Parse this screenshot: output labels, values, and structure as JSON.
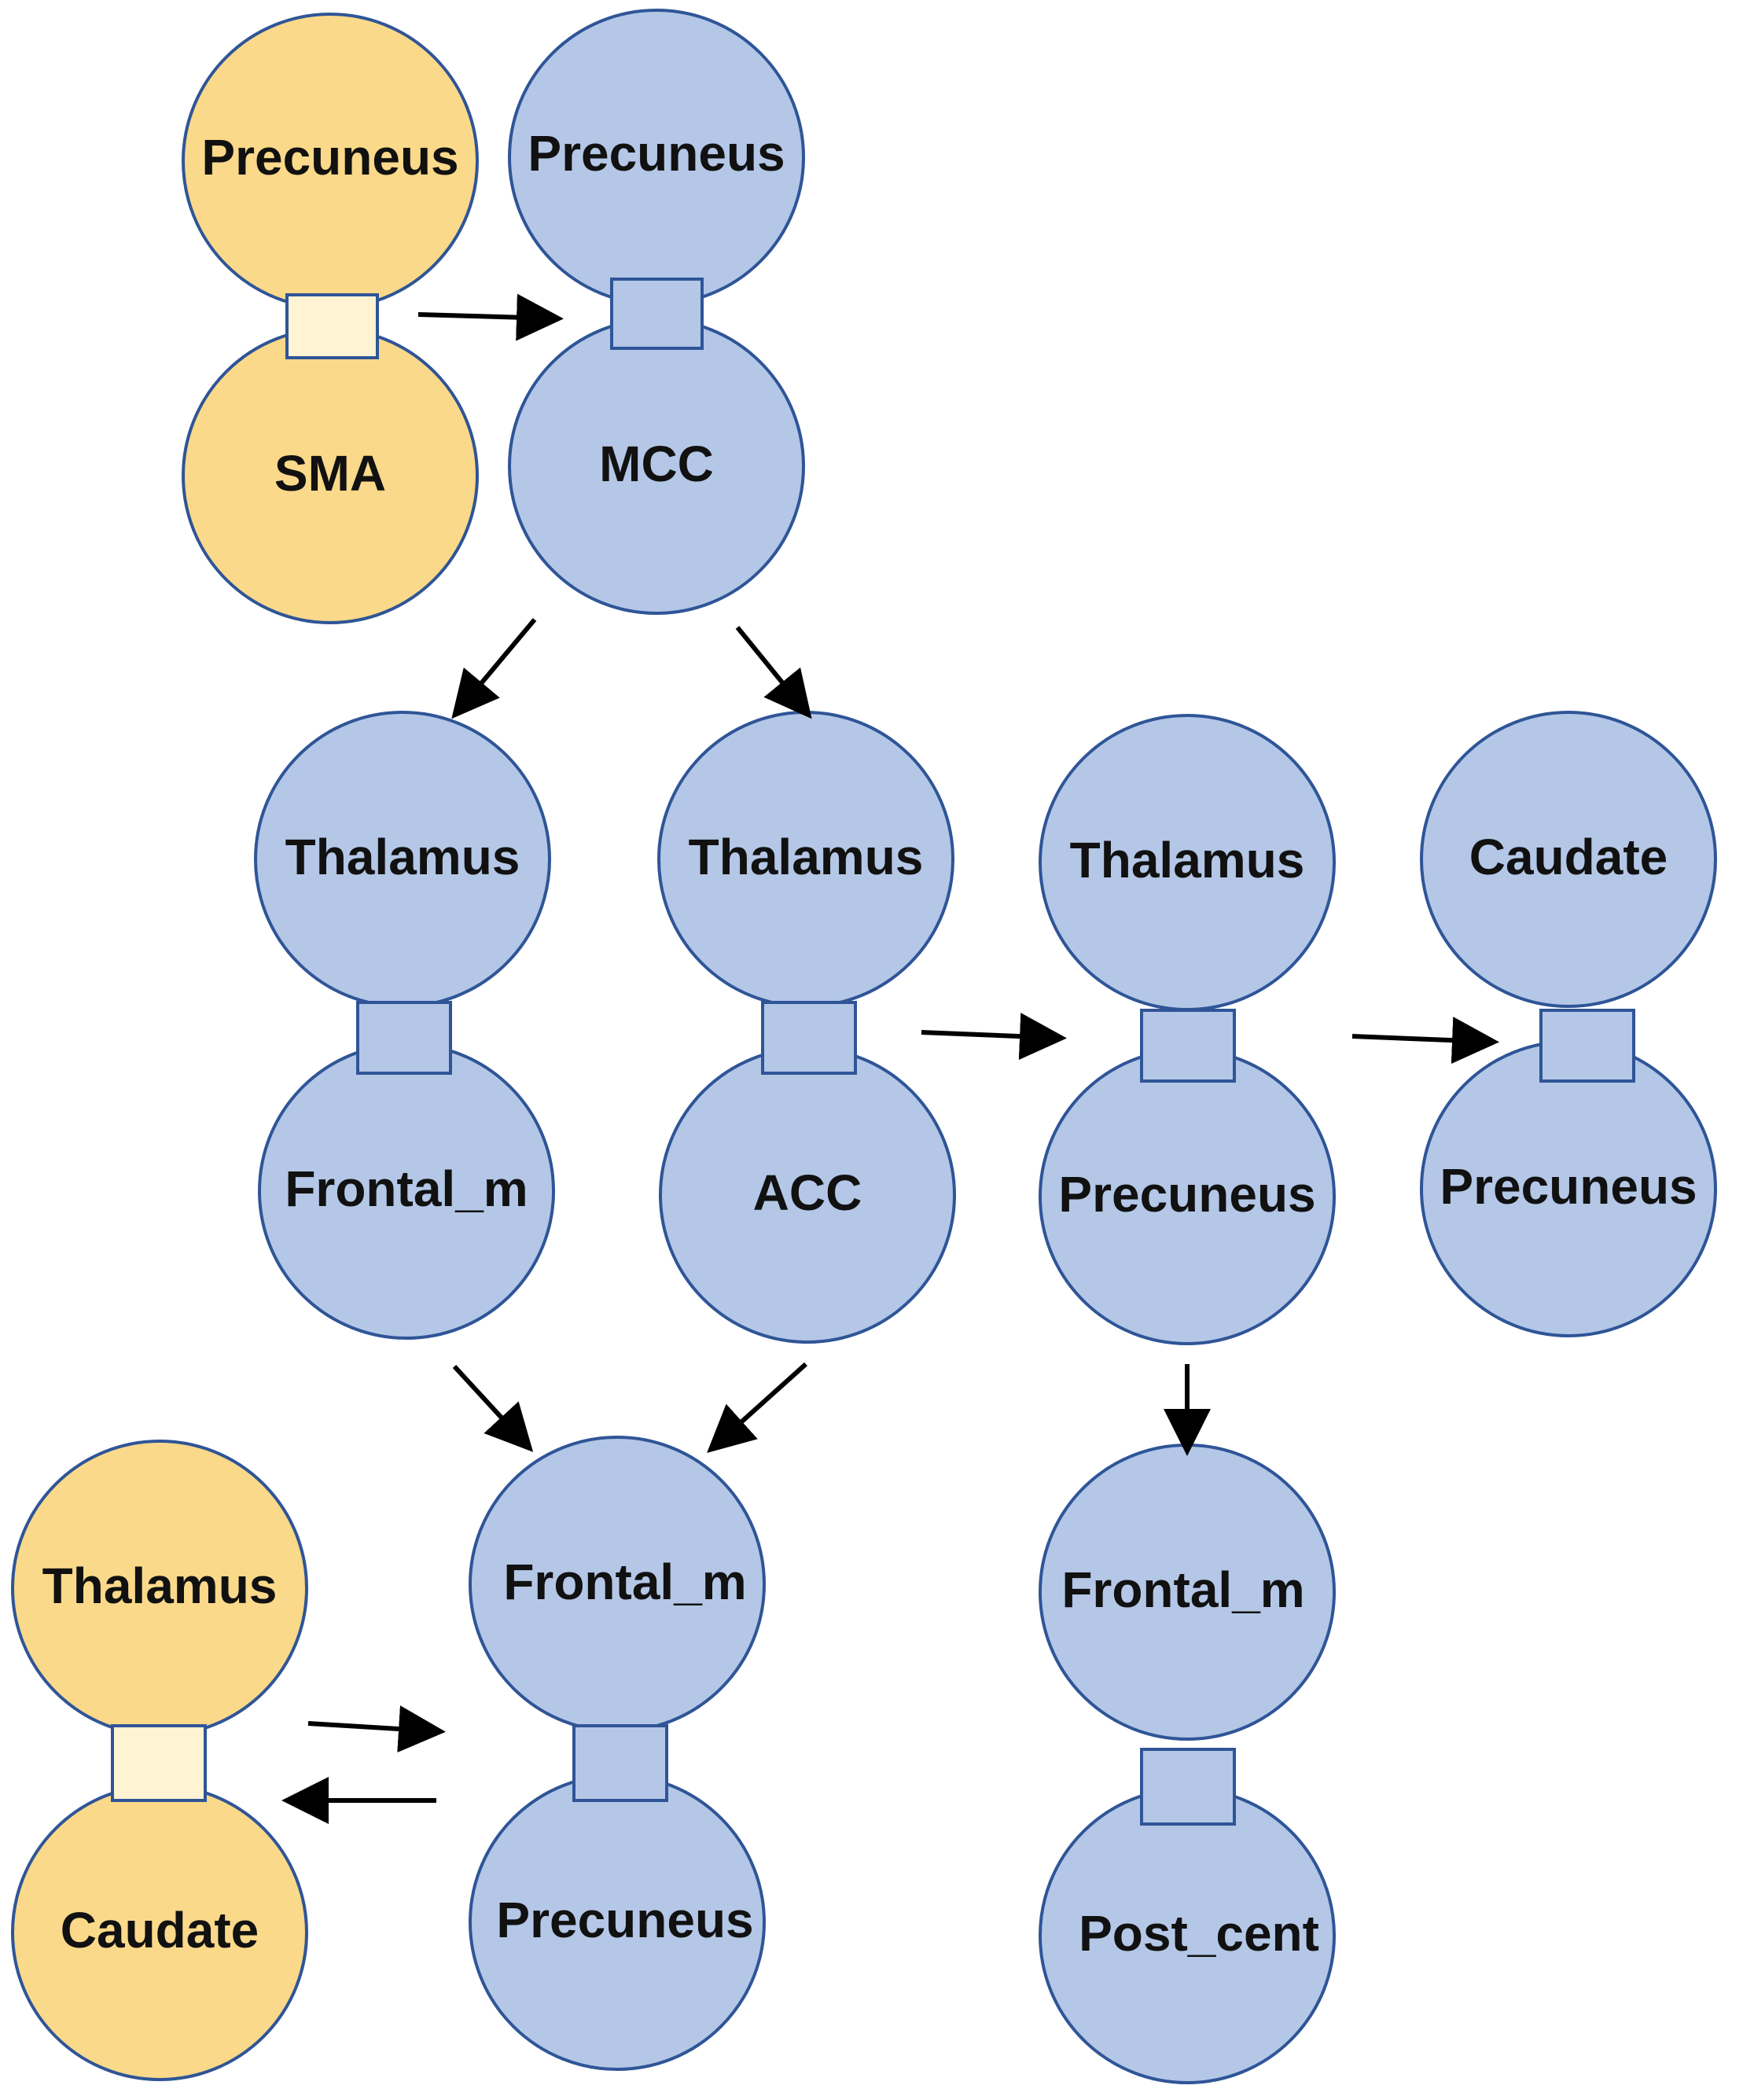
{
  "colors": {
    "yellow_fill": "#FAD98A",
    "yellow_link_fill": "#FEF3D2",
    "blue_fill": "#B4C7E7",
    "stroke": "#2F5597",
    "arrow": "#000000"
  },
  "pairs": [
    {
      "id": "sma-precuneus",
      "theme": "yellow",
      "top_label": "Precuneus",
      "bottom_label": "SMA"
    },
    {
      "id": "mcc-precuneus",
      "theme": "blue",
      "top_label": "Precuneus",
      "bottom_label": "MCC"
    },
    {
      "id": "thalamus-frontal-m",
      "theme": "blue",
      "top_label": "Thalamus",
      "bottom_label": "Frontal_m"
    },
    {
      "id": "thalamus-acc",
      "theme": "blue",
      "top_label": "Thalamus",
      "bottom_label": "ACC"
    },
    {
      "id": "thalamus-precuneus",
      "theme": "blue",
      "top_label": "Thalamus",
      "bottom_label": "Precuneus"
    },
    {
      "id": "caudate-precuneus",
      "theme": "blue",
      "top_label": "Caudate",
      "bottom_label": "Precuneus"
    },
    {
      "id": "thalamus-caudate",
      "theme": "yellow",
      "top_label": "Thalamus",
      "bottom_label": "Caudate"
    },
    {
      "id": "frontal-m-precuneus",
      "theme": "blue",
      "top_label": "Frontal_m",
      "bottom_label": "Precuneus"
    },
    {
      "id": "frontal-m-post-cent",
      "theme": "blue",
      "top_label": "Frontal_m",
      "bottom_label": "Post_cent"
    }
  ],
  "edges": [
    {
      "from": "sma-precuneus",
      "to": "mcc-precuneus"
    },
    {
      "from": "mcc-precuneus",
      "to": "thalamus-frontal-m"
    },
    {
      "from": "mcc-precuneus",
      "to": "thalamus-acc"
    },
    {
      "from": "thalamus-acc",
      "to": "thalamus-precuneus"
    },
    {
      "from": "thalamus-precuneus",
      "to": "caudate-precuneus"
    },
    {
      "from": "thalamus-frontal-m",
      "to": "frontal-m-precuneus"
    },
    {
      "from": "thalamus-acc",
      "to": "frontal-m-precuneus"
    },
    {
      "from": "thalamus-precuneus",
      "to": "frontal-m-post-cent"
    },
    {
      "from": "thalamus-caudate",
      "to": "frontal-m-precuneus"
    },
    {
      "from": "frontal-m-precuneus",
      "to": "thalamus-caudate"
    }
  ]
}
